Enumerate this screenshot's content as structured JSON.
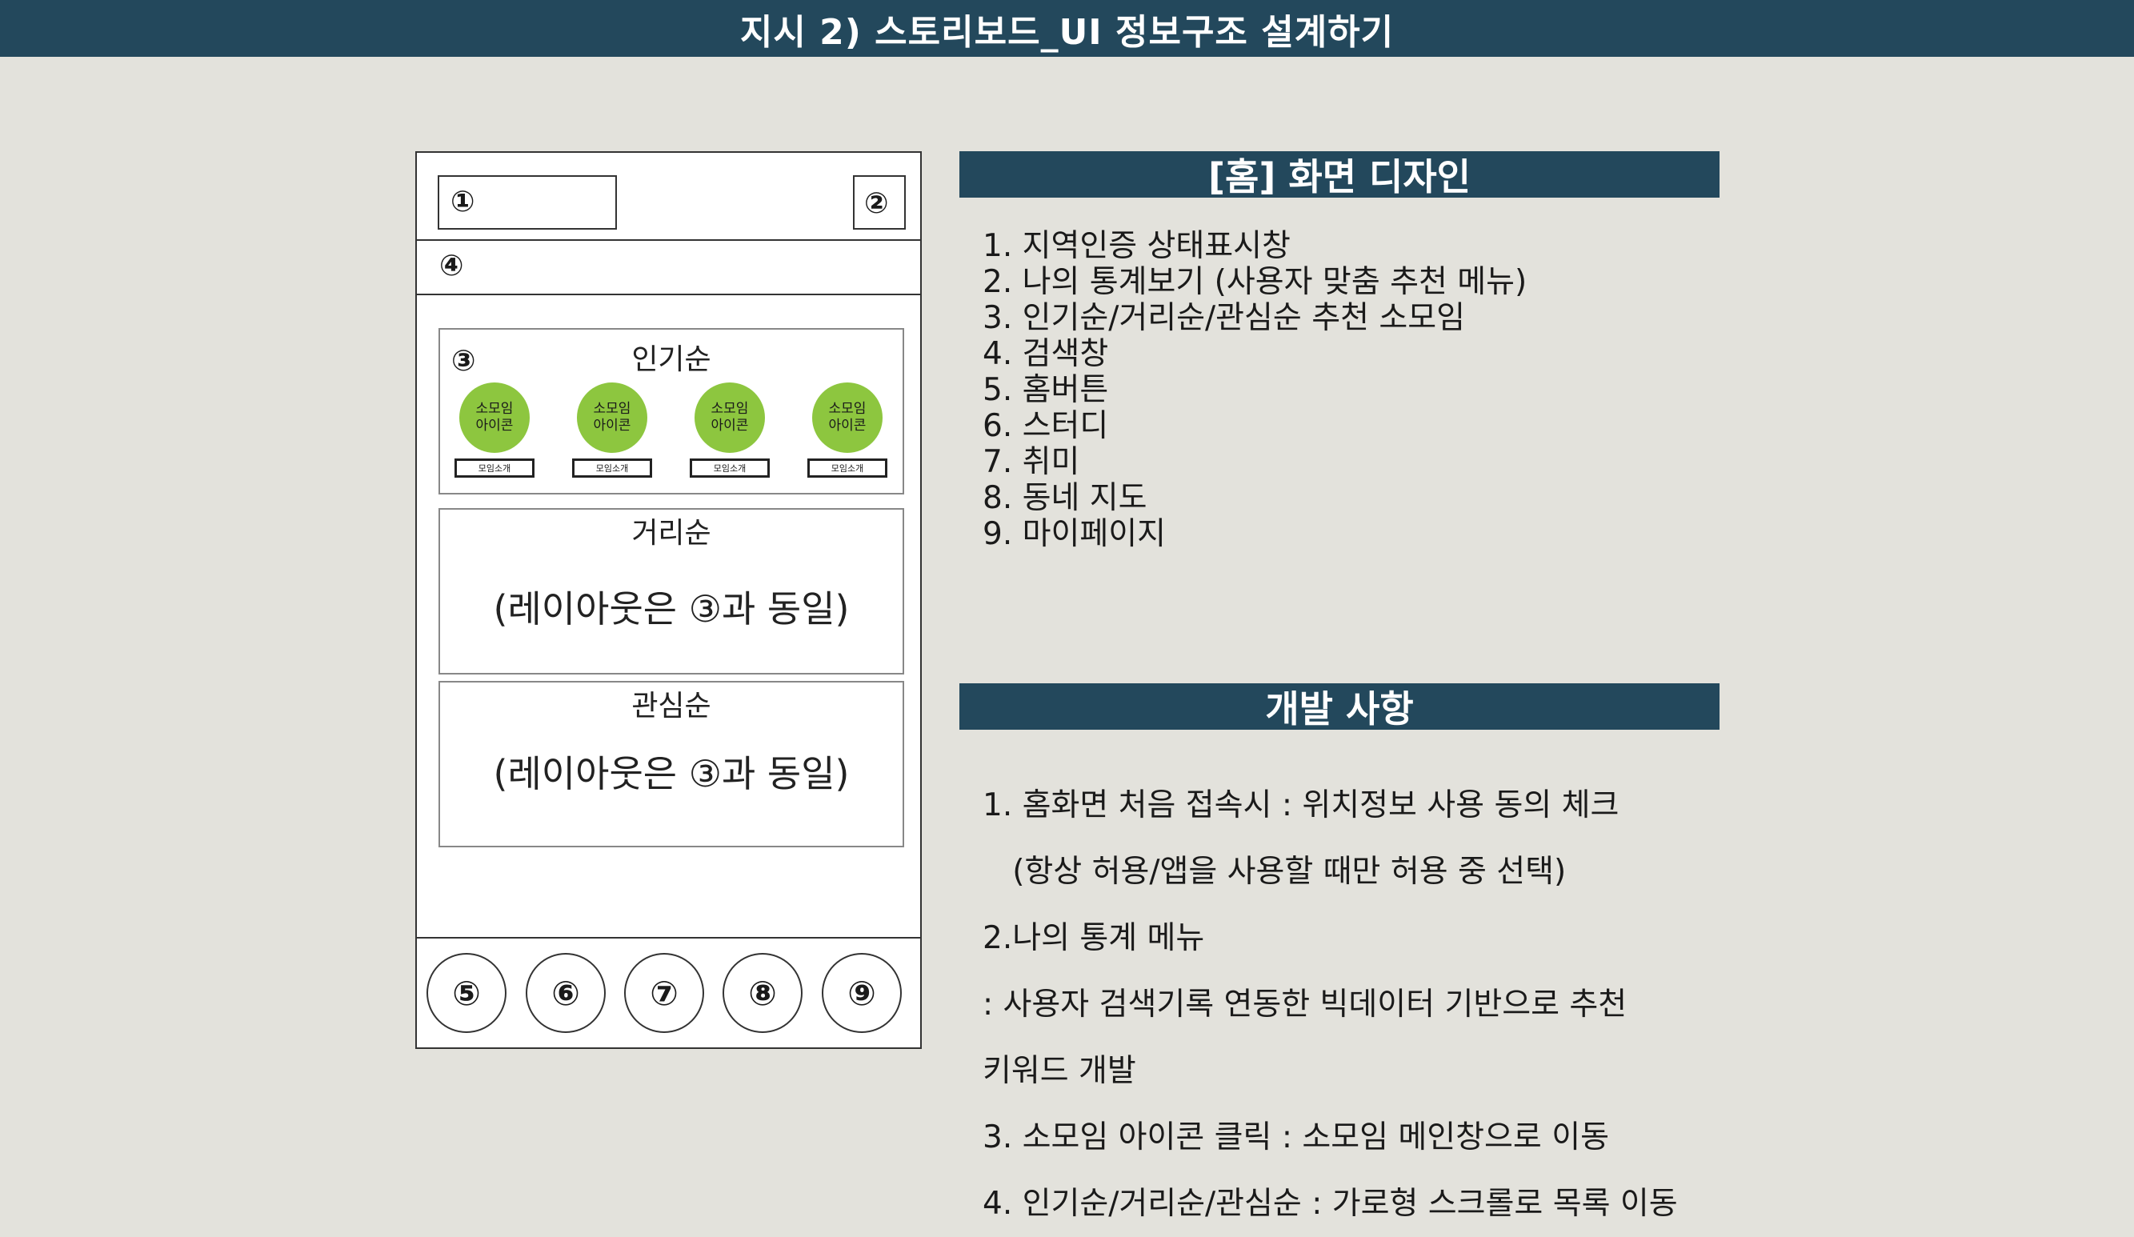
{
  "header": {
    "title": "지시 2) 스토리보드_UI 정보구조 설계하기"
  },
  "wireframe": {
    "markers": {
      "m1": "①",
      "m2": "②",
      "m3": "③",
      "m4": "④"
    },
    "sections": [
      {
        "title": "인기순"
      },
      {
        "title": "거리순",
        "note": "(레이아웃은 ③과 동일)"
      },
      {
        "title": "관심순",
        "note": "(레이아웃은 ③과 동일)"
      }
    ],
    "groups": [
      {
        "icon": "소모임\n아이콘",
        "button": "모임소개"
      },
      {
        "icon": "소모임\n아이콘",
        "button": "모임소개"
      },
      {
        "icon": "소모임\n아이콘",
        "button": "모임소개"
      },
      {
        "icon": "소모임\n아이콘",
        "button": "모임소개"
      }
    ],
    "nav": [
      "⑤",
      "⑥",
      "⑦",
      "⑧",
      "⑨"
    ]
  },
  "design": {
    "title": "[홈] 화면 디자인",
    "items": [
      "1. 지역인증 상태표시창",
      "2. 나의 통계보기 (사용자 맞춤 추천 메뉴)",
      "3. 인기순/거리순/관심순  추천 소모임",
      "4. 검색창",
      "5. 홈버튼",
      "6. 스터디",
      "7. 취미",
      "8. 동네 지도",
      "9. 마이페이지"
    ]
  },
  "dev": {
    "title": "개발 사항",
    "items": [
      "1. 홈화면 처음 접속시 : 위치정보 사용 동의 체크",
      "   (항상 허용/앱을 사용할 때만 허용 중 선택)",
      "2.나의 통계 메뉴",
      ": 사용자 검색기록 연동한 빅데이터 기반으로 추천",
      "키워드 개발",
      "3. 소모임 아이콘 클릭 : 소모임 메인창으로 이동",
      "4. 인기순/거리순/관심순 : 가로형 스크롤로 목록 이동"
    ]
  }
}
